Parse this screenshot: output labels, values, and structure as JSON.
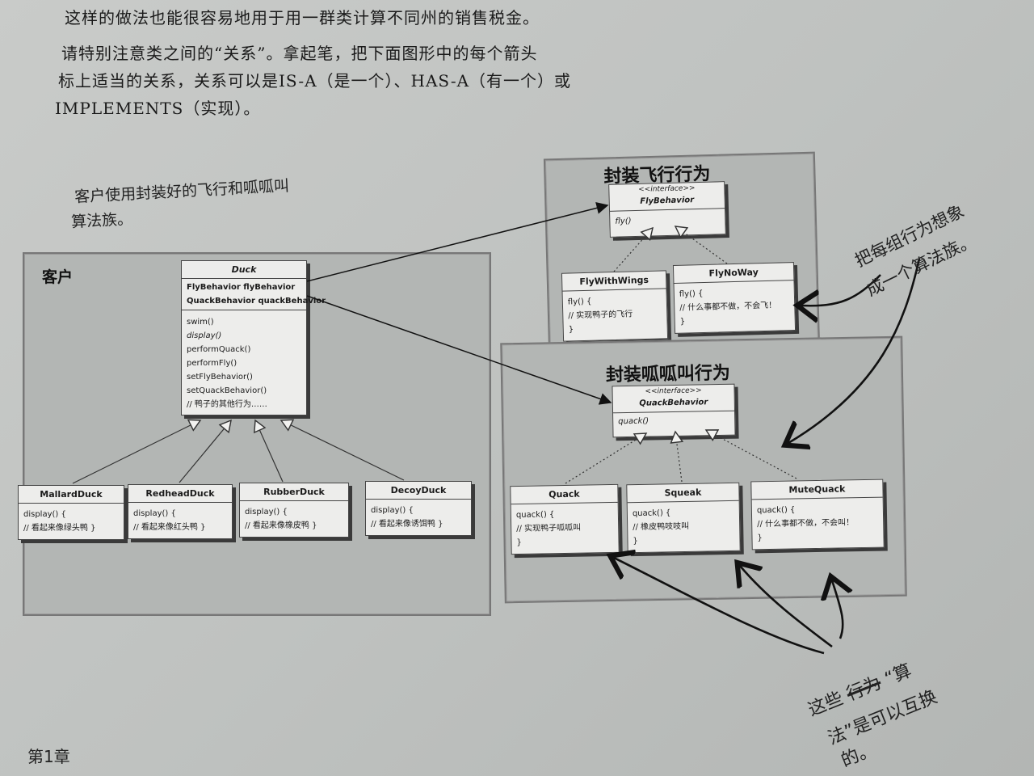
{
  "paragraph": {
    "line1": "这样的做法也能很容易地用于用一群类计算不同州的销售税金。",
    "line2": "请特别注意类之间的“关系”。拿起笔，把下面图形中的每个箭头",
    "line3": "标上适当的关系，关系可以是IS-A（是一个）、HAS-A（有一个）或",
    "line4": "IMPLEMENTS（实现）。"
  },
  "note_client": {
    "line1": "客户使用封装好的飞行和呱呱叫",
    "line2": "算法族。"
  },
  "note_family": {
    "line1": "把每组行为想象",
    "line2": "成一个算法族。"
  },
  "note_swap": {
    "w1": "这些",
    "struck": "行为",
    "w2": "“算",
    "w3": "法”是可以互换",
    "w4": "的。"
  },
  "client": {
    "title": "客户",
    "duck": {
      "name": "Duck",
      "fields": [
        "FlyBehavior flyBehavior",
        "QuackBehavior quackBehavior"
      ],
      "methods": [
        "swim()",
        "display()",
        "performQuack()",
        "performFly()",
        "setFlyBehavior()",
        "setQuackBehavior()",
        "// 鸭子的其他行为……"
      ]
    },
    "subclasses": [
      {
        "name": "MallardDuck",
        "m": "display() {",
        "c": "// 看起来像绿头鸭 }"
      },
      {
        "name": "RedheadDuck",
        "m": "display() {",
        "c": "// 看起来像红头鸭 }"
      },
      {
        "name": "RubberDuck",
        "m": "display() {",
        "c": "// 看起来像橡皮鸭 }"
      },
      {
        "name": "DecoyDuck",
        "m": "display() {",
        "c": "// 看起来像诱饵鸭 }"
      }
    ]
  },
  "fly": {
    "title": "封装飞行行为",
    "iface": {
      "stereotype": "<<interface>>",
      "name": "FlyBehavior",
      "method": "fly()"
    },
    "impls": [
      {
        "name": "FlyWithWings",
        "m": "fly() {",
        "c": "// 实现鸭子的飞行",
        "e": "}"
      },
      {
        "name": "FlyNoWay",
        "m": "fly() {",
        "c": "// 什么事都不做，不会飞！",
        "e": "}"
      }
    ]
  },
  "quack": {
    "title": "封装呱呱叫行为",
    "iface": {
      "stereotype": "<<interface>>",
      "name": "QuackBehavior",
      "method": "quack()"
    },
    "impls": [
      {
        "name": "Quack",
        "m": "quack() {",
        "c": "// 实现鸭子呱呱叫",
        "e": "}"
      },
      {
        "name": "Squeak",
        "m": "quack() {",
        "c": "// 橡皮鸭吱吱叫",
        "e": "}"
      },
      {
        "name": "MuteQuack",
        "m": "quack() {",
        "c": "// 什么事都不做，不会叫！",
        "e": "}"
      }
    ]
  },
  "footer": {
    "chapter": "第1章"
  },
  "colors": {
    "paper": "#c4c6c4",
    "region": "#b3b6b4",
    "box": "#ededeb",
    "ink": "#1b1b1b"
  }
}
